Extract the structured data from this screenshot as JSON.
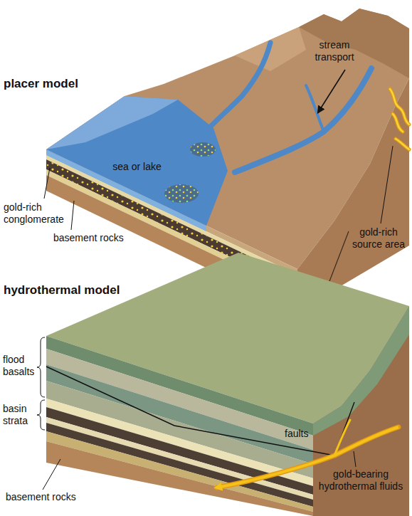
{
  "diagram": {
    "labels": [
      "placer model",
      "stream transport",
      "sea or lake",
      "gold-rich conglomerate",
      "basement rocks",
      "gold-rich source area",
      "hydrothermal model",
      "flood basalts",
      "basin strata",
      "faults",
      "gold-bearing hydrothermal fluids",
      "basement rocks"
    ]
  }
}
